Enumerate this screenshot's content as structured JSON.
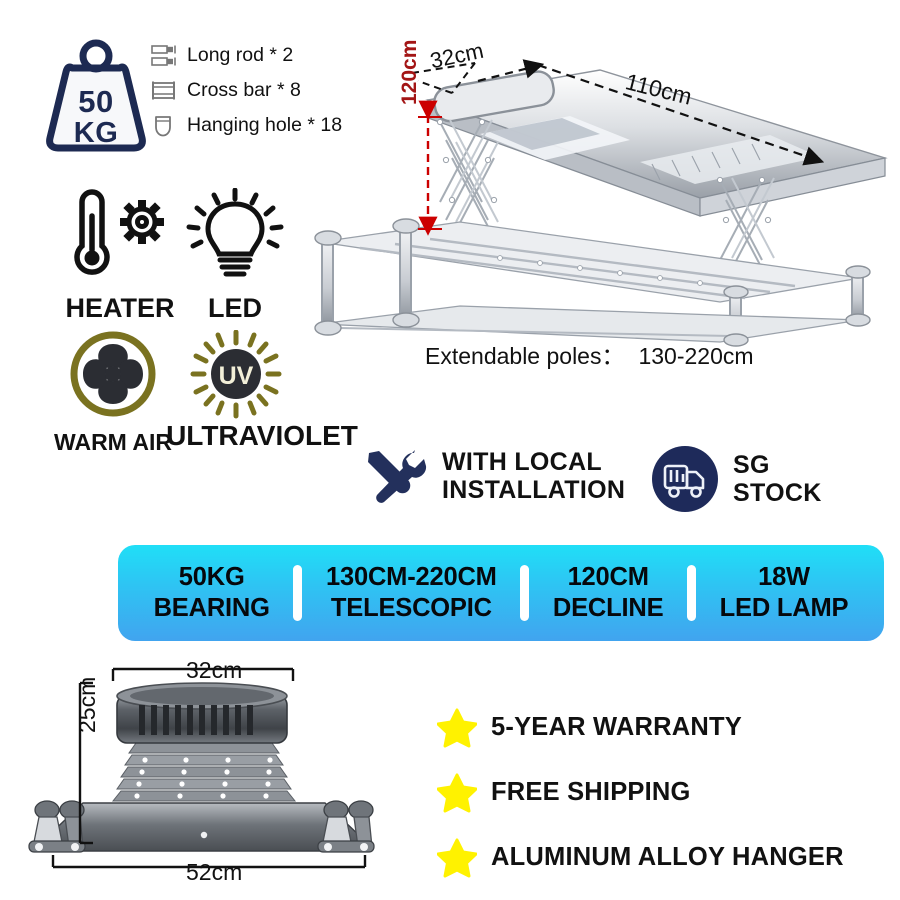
{
  "weight_badge": {
    "icon": "weight-icon",
    "value": "50",
    "unit": "KG"
  },
  "parts_list": [
    {
      "icon": "long-rod-icon",
      "label": "Long rod * 2"
    },
    {
      "icon": "cross-bar-icon",
      "label": "Cross bar * 8"
    },
    {
      "icon": "hanging-hole-icon",
      "label": "Hanging hole * 18"
    }
  ],
  "features": [
    {
      "icon": "thermometer-gear-icon",
      "label": "HEATER"
    },
    {
      "icon": "lightbulb-icon",
      "label": "LED"
    },
    {
      "icon": "fan-icon",
      "label": "WARM AIR"
    },
    {
      "icon": "uv-sun-icon",
      "label": "ULTRAVIOLET"
    }
  ],
  "service_badges": [
    {
      "icon": "wrench-screwdriver-icon",
      "line1": "WITH LOCAL",
      "line2": "INSTALLATION"
    },
    {
      "icon": "delivery-truck-icon",
      "line1": "SG",
      "line2": "STOCK"
    }
  ],
  "spec_banner": {
    "gradient_top": "#20dff7",
    "gradient_bottom": "#41a4ef",
    "items": [
      {
        "value": "50KG",
        "label": "BEARING"
      },
      {
        "value": "130CM-220CM",
        "label": "TELESCOPIC"
      },
      {
        "value": "120CM",
        "label": "DECLINE"
      },
      {
        "value": "18W",
        "label": "LED LAMP"
      }
    ]
  },
  "bullets": [
    {
      "icon": "star-icon",
      "label": "5-YEAR WARRANTY"
    },
    {
      "icon": "star-icon",
      "label": "FREE SHIPPING"
    },
    {
      "icon": "star-icon",
      "label": "ALUMINUM ALLOY HANGER"
    }
  ],
  "dimensions": {
    "top_depth": "32cm",
    "top_length": "110cm",
    "drop_height": "120cm",
    "poles_label": "Extendable poles：",
    "poles_value": "130-220cm",
    "bottom_width": "32cm",
    "bottom_height": "25cm",
    "bottom_span": "52cm"
  },
  "colors": {
    "navy": "#1d2a52",
    "olive": "#7a7220",
    "star_yellow": "#fff200",
    "dim_red": "#a31515"
  }
}
